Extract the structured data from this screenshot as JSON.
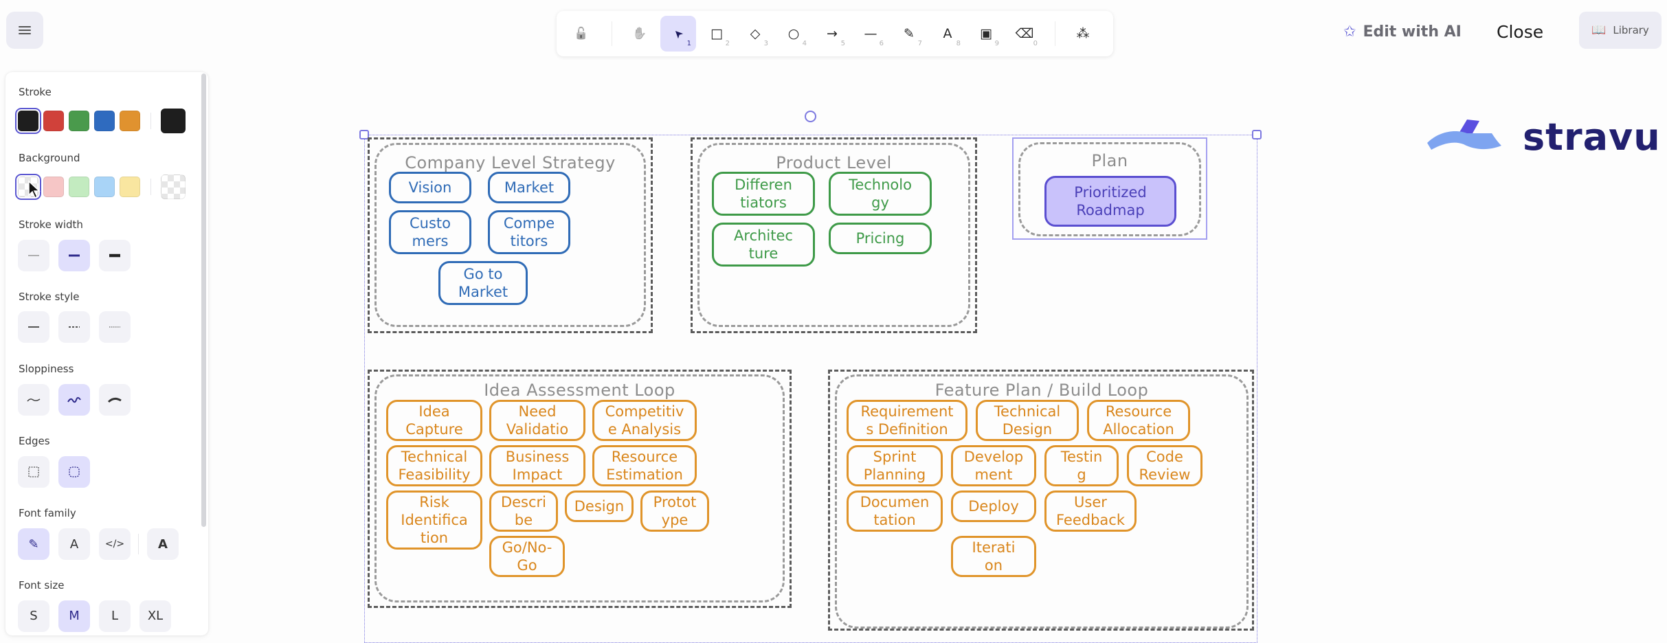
{
  "menu": {
    "icon": "hamburger-menu-icon"
  },
  "toolbar": {
    "tools": [
      {
        "name": "lock",
        "icon": "unlock-icon",
        "glyph": "🔓",
        "key": ""
      },
      {
        "name": "hand",
        "icon": "hand-icon",
        "glyph": "✋",
        "key": ""
      },
      {
        "name": "selection",
        "icon": "pointer-icon",
        "glyph": "➤",
        "key": "1",
        "selected": true
      },
      {
        "name": "rectangle",
        "icon": "rectangle-icon",
        "glyph": "□",
        "key": "2"
      },
      {
        "name": "diamond",
        "icon": "diamond-icon",
        "glyph": "◇",
        "key": "3"
      },
      {
        "name": "ellipse",
        "icon": "ellipse-icon",
        "glyph": "○",
        "key": "4"
      },
      {
        "name": "arrow",
        "icon": "arrow-icon",
        "glyph": "→",
        "key": "5"
      },
      {
        "name": "line",
        "icon": "line-icon",
        "glyph": "—",
        "key": "6"
      },
      {
        "name": "draw",
        "icon": "pencil-icon",
        "glyph": "✎",
        "key": "7"
      },
      {
        "name": "text",
        "icon": "text-icon",
        "glyph": "A",
        "key": "8"
      },
      {
        "name": "image",
        "icon": "image-icon",
        "glyph": "▣",
        "key": "9"
      },
      {
        "name": "eraser",
        "icon": "eraser-icon",
        "glyph": "⌫",
        "key": "0"
      },
      {
        "name": "more-tools",
        "icon": "shapes-icon",
        "glyph": "⁂",
        "key": ""
      }
    ]
  },
  "header": {
    "edit_ai_label": "Edit with AI",
    "edit_ai_icon": "sparkle-star-icon",
    "close_label": "Close",
    "library_label": "Library",
    "library_icon": "book-icon"
  },
  "logo": {
    "text": "stravu"
  },
  "panel": {
    "stroke_label": "Stroke",
    "stroke_colors": [
      "#1e1e1e",
      "#d0413a",
      "#4a9a4c",
      "#2f6bbf",
      "#e0922f"
    ],
    "stroke_selected": 0,
    "stroke_current": "#1e1e1e",
    "background_label": "Background",
    "background_colors": [
      "transparent",
      "#f6c6c6",
      "#c3ebc0",
      "#a9d4f7",
      "#f9e6a0"
    ],
    "background_selected": 0,
    "stroke_width_label": "Stroke width",
    "stroke_width_options": [
      "thin",
      "bold",
      "extra-bold"
    ],
    "stroke_width_selected": 1,
    "stroke_style_label": "Stroke style",
    "stroke_style_options": [
      "solid",
      "dashed",
      "dotted"
    ],
    "sloppiness_label": "Sloppiness",
    "sloppiness_options": [
      "architect",
      "artist",
      "cartoonist"
    ],
    "sloppiness_selected": 1,
    "edges_label": "Edges",
    "edges_options": [
      "sharp",
      "round"
    ],
    "edges_selected": 1,
    "font_family_label": "Font family",
    "font_family_options": [
      "hand-drawn",
      "normal",
      "code",
      "more-fonts"
    ],
    "font_family_selected": 0,
    "font_size_label": "Font size",
    "font_size_options": [
      "S",
      "M",
      "L",
      "XL"
    ],
    "font_size_selected": 1
  },
  "canvas": {
    "frames": [
      {
        "title": "Company Level Strategy",
        "color": "blue",
        "nodes": [
          "Vision",
          "Market",
          "Custo\nmers",
          "Compe\ntitors",
          "Go to\nMarket"
        ]
      },
      {
        "title": "Product Level",
        "color": "green",
        "nodes": [
          "Differen\ntiators",
          "Technolo\ngy",
          "Architec\nture",
          "Pricing"
        ]
      },
      {
        "title": "Plan",
        "color": "purple",
        "nodes": [
          "Prioritized\nRoadmap"
        ]
      },
      {
        "title": "Idea Assessment Loop",
        "color": "orange",
        "nodes": [
          "Idea\nCapture",
          "Need\nValidatio",
          "Competitiv\ne Analysis",
          "Technical\nFeasibility",
          "Business\nImpact",
          "Resource\nEstimation",
          "Risk\nIdentifica\ntion",
          "Descri\nbe",
          "Design",
          "Protot\nype",
          "Go/No-\nGo"
        ]
      },
      {
        "title": "Feature Plan / Build Loop",
        "color": "orange",
        "nodes": [
          "Requirement\ns Definition",
          "Technical\nDesign",
          "Resource\nAllocation",
          "Sprint\nPlanning",
          "Develop\nment",
          "Testin\ng",
          "Code\nReview",
          "Documen\ntation",
          "Deploy",
          "User\nFeedback",
          "Iterati\non"
        ]
      }
    ]
  }
}
